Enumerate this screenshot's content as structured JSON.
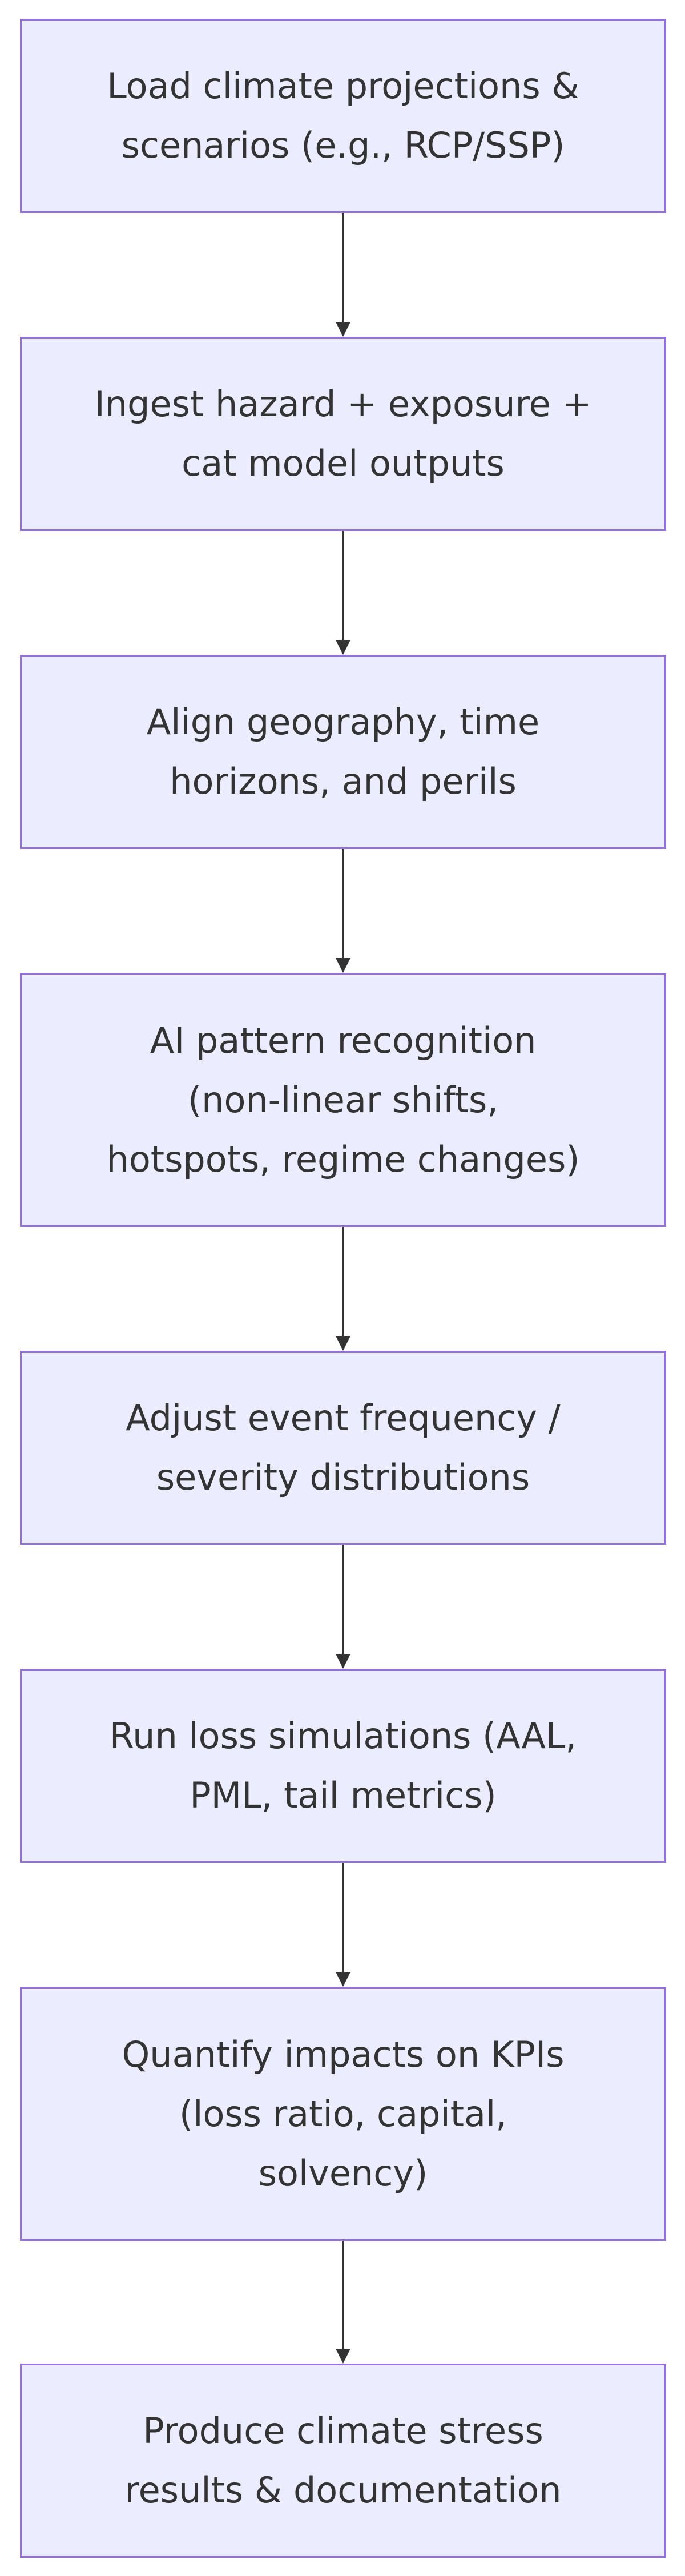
{
  "flowchart": {
    "nodes": [
      {
        "id": "load",
        "lines": [
          "Load climate projections &",
          "scenarios (e.g., RCP/SSP)"
        ]
      },
      {
        "id": "ingest",
        "lines": [
          "Ingest hazard + exposure +",
          "cat model outputs"
        ]
      },
      {
        "id": "align",
        "lines": [
          "Align geography, time",
          "horizons, and perils"
        ]
      },
      {
        "id": "ai",
        "lines": [
          "AI pattern recognition",
          "(non-linear shifts,",
          "hotspots, regime changes)"
        ]
      },
      {
        "id": "adjust",
        "lines": [
          "Adjust event frequency /",
          "severity distributions"
        ]
      },
      {
        "id": "run",
        "lines": [
          "Run loss simulations (AAL,",
          "PML, tail metrics)"
        ]
      },
      {
        "id": "quantify",
        "lines": [
          "Quantify impacts on KPIs",
          "(loss ratio, capital,",
          "solvency)"
        ]
      },
      {
        "id": "produce",
        "lines": [
          "Produce climate stress",
          "results & documentation"
        ]
      }
    ],
    "edges": [
      {
        "from": "load",
        "to": "ingest"
      },
      {
        "from": "ingest",
        "to": "align"
      },
      {
        "from": "align",
        "to": "ai"
      },
      {
        "from": "ai",
        "to": "adjust"
      },
      {
        "from": "adjust",
        "to": "run"
      },
      {
        "from": "run",
        "to": "quantify"
      },
      {
        "from": "quantify",
        "to": "produce"
      }
    ],
    "colors": {
      "node_fill": "#ececff",
      "node_border": "#9370db",
      "text": "#333333",
      "edge": "#333333"
    }
  }
}
